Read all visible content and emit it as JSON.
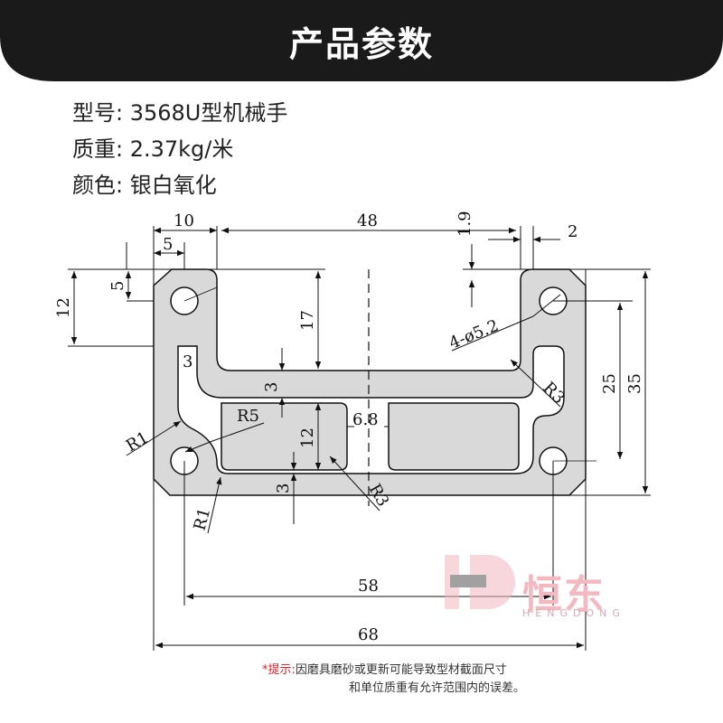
{
  "header": {
    "title": "产品参数"
  },
  "specs": {
    "model": "型号: 3568U型机械手",
    "weight": "质重: 2.37kg/米",
    "color": "颜色: 银白氧化"
  },
  "dimensions": {
    "d10": "10",
    "d5_top": "5",
    "d48": "48",
    "d1_9": "1.9",
    "d2": "2",
    "d12_left": "12",
    "d5_left": "5",
    "d17": "17",
    "d3_slot": "3",
    "d3_web": "3",
    "d4_hole": "4-ø5.2",
    "r5": "R5",
    "r1_left": "R1",
    "r1_bottom": "R1",
    "r3_center": "R3",
    "r3_right": "R3",
    "d12_center": "12",
    "d6_8": "6.8",
    "d25": "25",
    "d35": "35",
    "d3_bottom": "3",
    "d58": "58",
    "d68": "68"
  },
  "logo": {
    "name": "恒东",
    "sub": "HENGDONG"
  },
  "notice": {
    "prefix": "*提示:",
    "line1": "因磨具磨砂或更新可能导致型材截面尺寸",
    "line2": "和单位质重有允许范围内的误差。"
  },
  "colors": {
    "banner": "#1a1a1a",
    "profile_fill": "#d9d9d9",
    "accent_red": "#e0212b",
    "logo_pink": "#f4b8c0"
  }
}
